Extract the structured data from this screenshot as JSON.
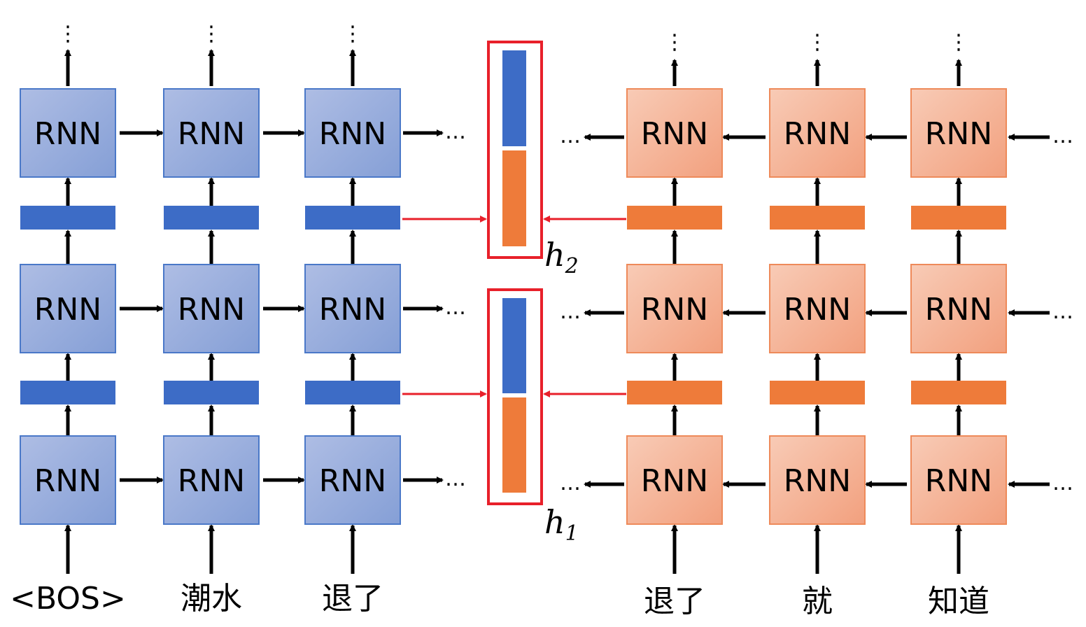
{
  "node_label": "RNN",
  "ellipsis": "…",
  "vertical_ellipsis": "⋮",
  "forward_tokens": [
    "<BOS>",
    "潮水",
    "退了"
  ],
  "backward_tokens": [
    "退了",
    "就",
    "知道"
  ],
  "hidden_labels": [
    {
      "symbol": "h",
      "subscript": "2"
    },
    {
      "symbol": "h",
      "subscript": "1"
    }
  ],
  "colors": {
    "forward_fill_top": "#aab9e2",
    "forward_fill_bottom": "#8aa3d9",
    "forward_border": "#4a78c8",
    "forward_bar": "#3d6cc6",
    "backward_fill_top": "#f7c4ae",
    "backward_fill_bottom": "#f2a585",
    "backward_border": "#ee8a5a",
    "backward_bar": "#ee7b3a",
    "highlight": "#e8202a",
    "arrow": "#000000"
  }
}
